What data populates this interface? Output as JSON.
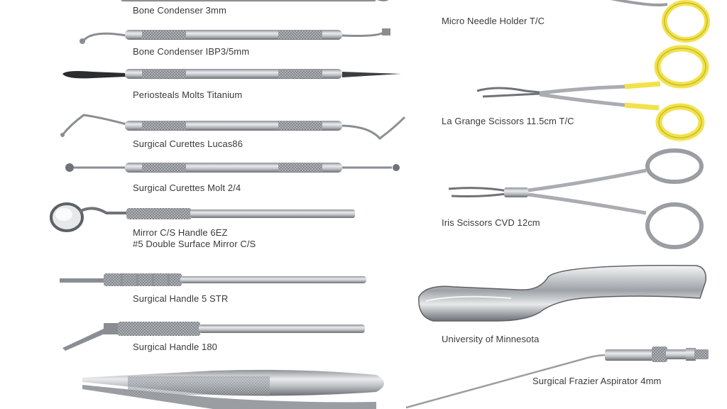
{
  "colors": {
    "background": "#ffffff",
    "steel": "#b9bcbf",
    "steel_dark": "#6f7378",
    "tungsten_gold": "#f2e24a",
    "label": "#3a3a3a"
  },
  "left_column": [
    {
      "icon": "bone-condenser-icon",
      "label": "Bone Condenser 3mm"
    },
    {
      "icon": "bone-condenser-ibp-icon",
      "label": "Bone Condenser IBP3/5mm"
    },
    {
      "icon": "periosteal-elevator-icon",
      "label": "Periosteals Molts Titanium"
    },
    {
      "icon": "surgical-curette-lucas-icon",
      "label": "Surgical Curettes Lucas86"
    },
    {
      "icon": "surgical-curette-molt-icon",
      "label": "Surgical Curettes Molt 2/4"
    },
    {
      "icon": "mouth-mirror-icon",
      "label": "Mirror C/S Handle 6EZ",
      "label_line2": "#5 Double Surface Mirror C/S"
    },
    {
      "icon": "scalpel-handle-straight-icon",
      "label": "Surgical Handle 5 STR"
    },
    {
      "icon": "scalpel-handle-angled-icon",
      "label": "Surgical Handle 180"
    },
    {
      "icon": "tissue-forceps-icon",
      "label": ""
    }
  ],
  "right_column": [
    {
      "icon": "micro-needle-holder-icon",
      "label": "Micro Needle Holder T/C"
    },
    {
      "icon": "la-grange-scissors-icon",
      "label": "La Grange Scissors 11.5cm T/C"
    },
    {
      "icon": "iris-scissors-icon",
      "label": "Iris Scissors CVD 12cm"
    },
    {
      "icon": "cheek-retractor-icon",
      "label": "University of Minnesota"
    },
    {
      "icon": "frazier-aspirator-icon",
      "label": "Surgical Frazier Aspirator 4mm"
    }
  ]
}
